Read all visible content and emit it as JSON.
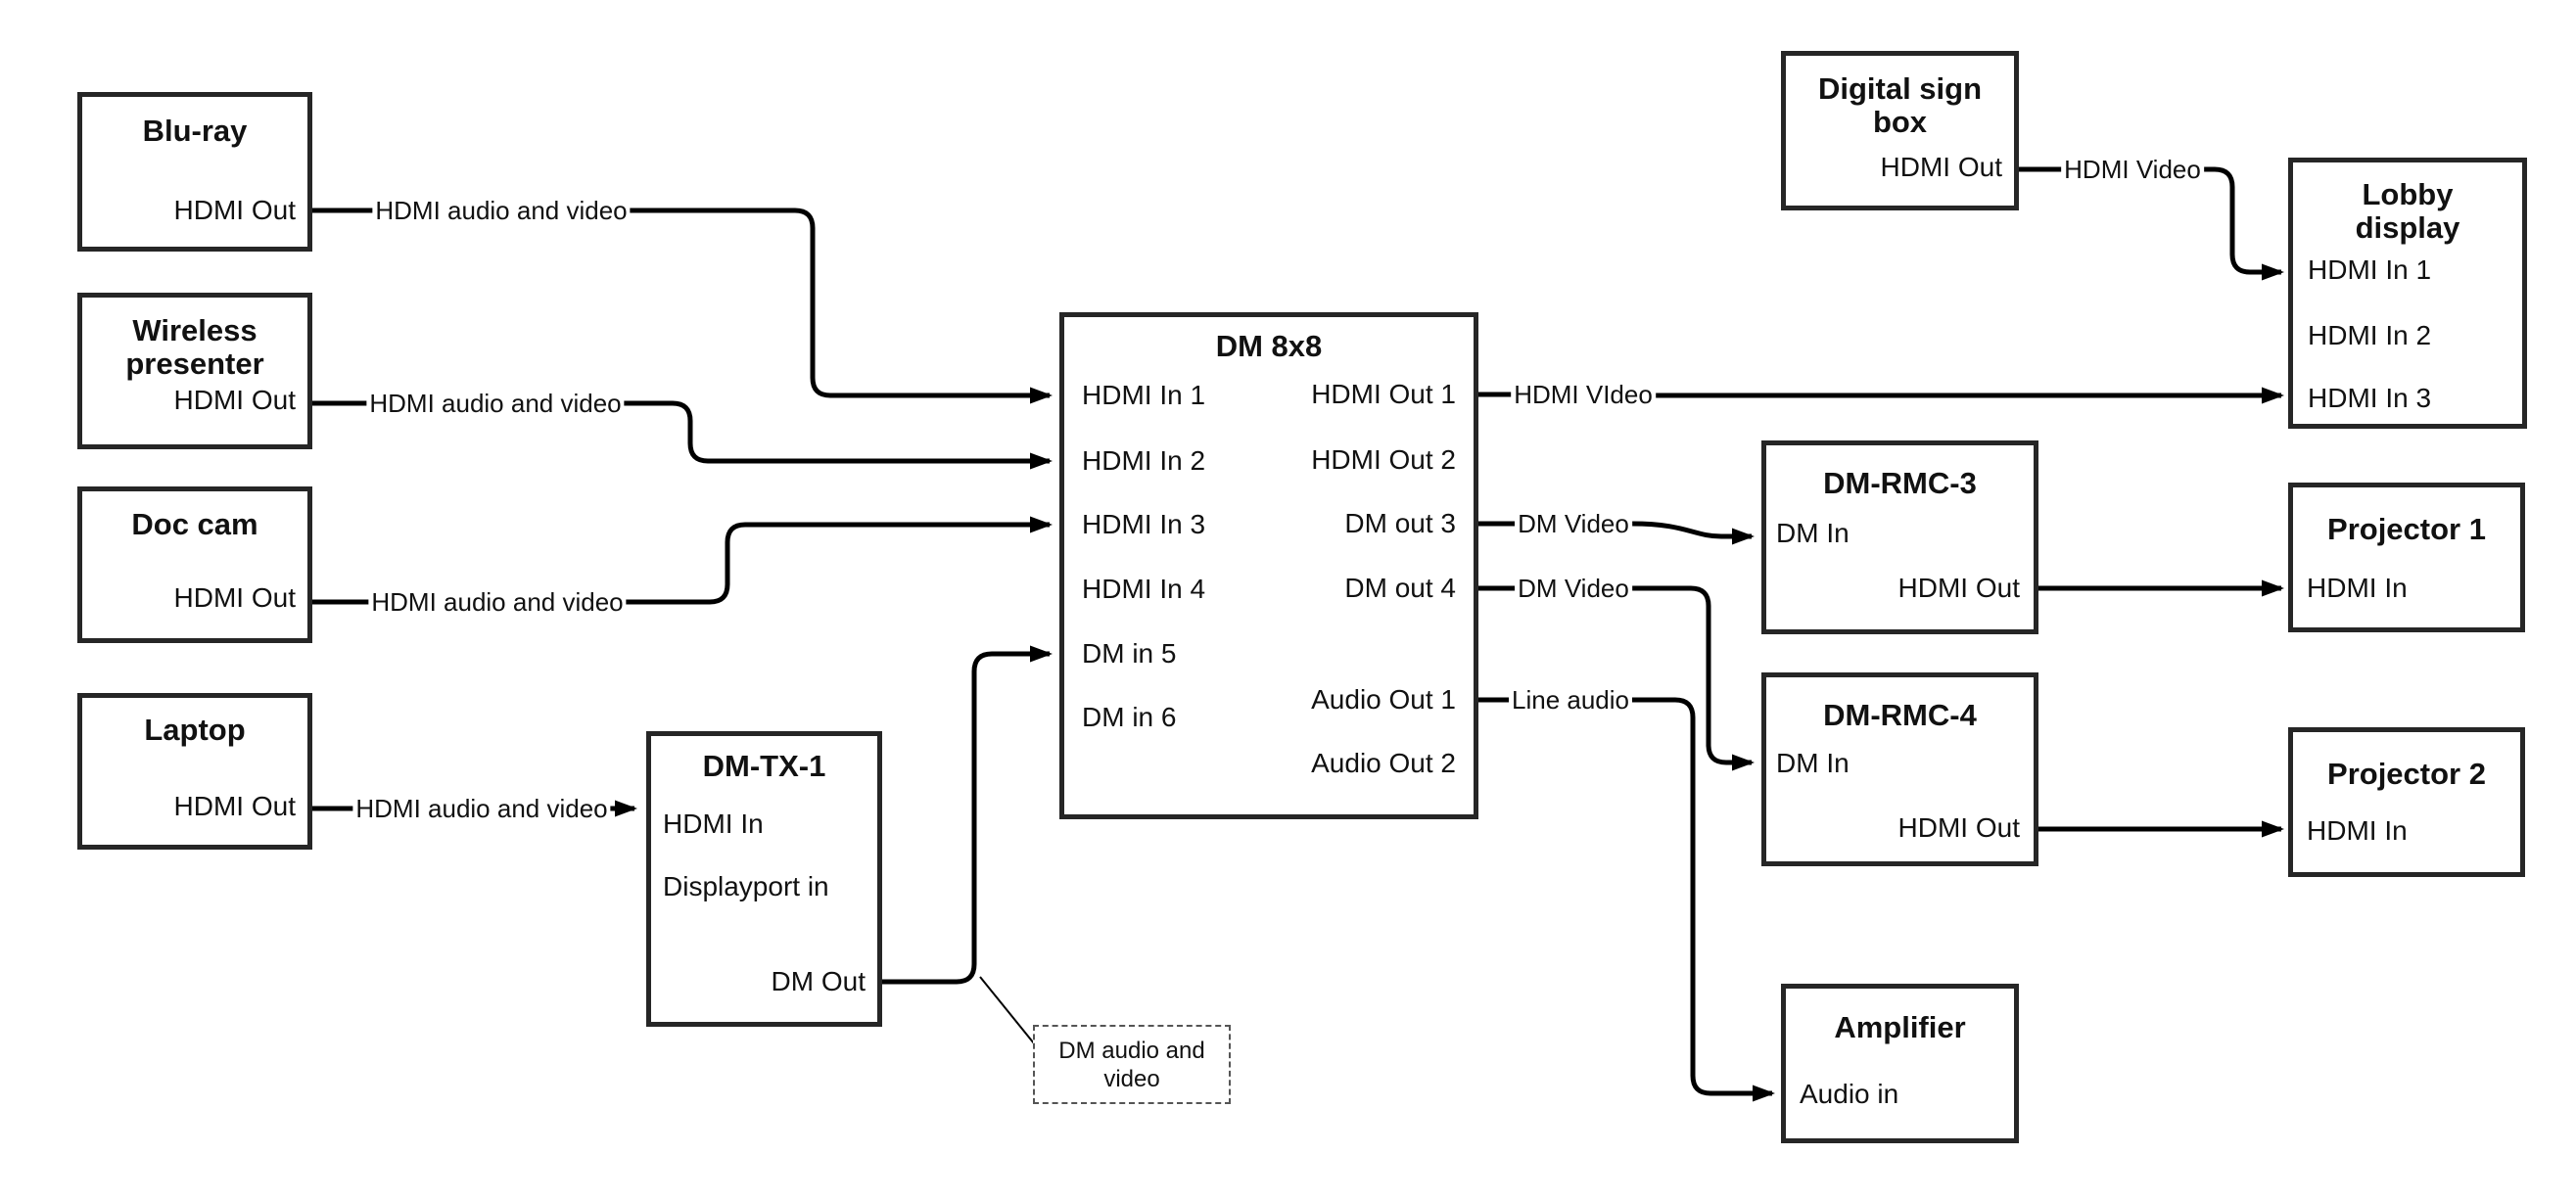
{
  "colors": {
    "wire": "#000000",
    "box_border": "#262626",
    "background": "#ffffff",
    "text": "#111111"
  },
  "boxes": {
    "bluray": {
      "title": "Blu-ray",
      "port_hdmi_out": "HDMI Out"
    },
    "wireless": {
      "title_line1": "Wireless",
      "title_line2": "presenter",
      "port_hdmi_out": "HDMI Out"
    },
    "doccam": {
      "title": "Doc cam",
      "port_hdmi_out": "HDMI Out"
    },
    "laptop": {
      "title": "Laptop",
      "port_hdmi_out": "HDMI Out"
    },
    "dmtx1": {
      "title": "DM-TX-1",
      "port_hdmi_in": "HDMI In",
      "port_displayport_in": "Displayport in",
      "port_dm_out": "DM Out"
    },
    "dm8x8": {
      "title": "DM 8x8",
      "left_ports": [
        "HDMI In 1",
        "HDMI In 2",
        "HDMI In 3",
        "HDMI In 4",
        "DM in 5",
        "DM in 6"
      ],
      "right_ports": [
        "HDMI Out 1",
        "HDMI Out 2",
        "DM out 3",
        "DM out 4",
        "Audio Out 1",
        "Audio Out 2"
      ]
    },
    "digital_sign": {
      "title_line1": "Digital sign",
      "title_line2": "box",
      "port_hdmi_out": "HDMI Out"
    },
    "lobby": {
      "title_line1": "Lobby",
      "title_line2": "display",
      "ports": [
        "HDMI In 1",
        "HDMI In 2",
        "HDMI In 3"
      ]
    },
    "dmrmc3": {
      "title": "DM-RMC-3",
      "port_dm_in": "DM In",
      "port_hdmi_out": "HDMI Out"
    },
    "proj1": {
      "title": "Projector 1",
      "port_hdmi_in": "HDMI In"
    },
    "dmrmc4": {
      "title": "DM-RMC-4",
      "port_dm_in": "DM In",
      "port_hdmi_out": "HDMI Out"
    },
    "proj2": {
      "title": "Projector 2",
      "port_hdmi_in": "HDMI In"
    },
    "amplifier": {
      "title": "Amplifier",
      "port_audio_in": "Audio in"
    },
    "note": {
      "line1": "DM audio and",
      "line2": "video"
    }
  },
  "connection_labels": {
    "bluray_to_dm": "HDMI audio and video",
    "wireless_to_dm": "HDMI audio and video",
    "doccam_to_dm": "HDMI audio and video",
    "laptop_to_dmtx": "HDMI audio and video",
    "hdmi_out1_to_lobby": "HDMI VIdeo",
    "dm_out3_to_rmc3": "DM Video",
    "dm_out4_to_rmc4": "DM Video",
    "audio_out1_to_amp": "Line audio",
    "sign_to_lobby": "HDMI Video"
  }
}
